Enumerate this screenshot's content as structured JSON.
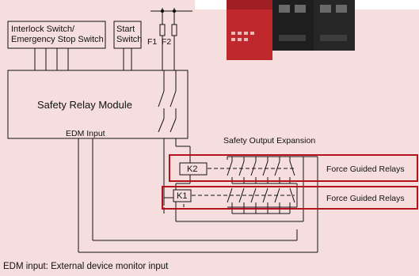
{
  "labels": {
    "switch_line1": "Interlock Switch/",
    "switch_line2": "Emergency Stop Switch",
    "start_line1": "Start",
    "start_line2": "Switch",
    "fuse1": "F1",
    "fuse2": "F2",
    "module": "Safety Relay Module",
    "edm": "EDM Input",
    "expansion": "Safety Output Expansion",
    "k1": "K1",
    "k2": "K2",
    "relays_upper": "Force Guided Relays",
    "relays_lower": "Force Guided Relays",
    "caption": "EDM input: External device monitor input"
  },
  "colors": {
    "background": "#f6dede",
    "highlight_red": "#b3121d",
    "device_red": "#c0282e",
    "line": "#111111"
  }
}
